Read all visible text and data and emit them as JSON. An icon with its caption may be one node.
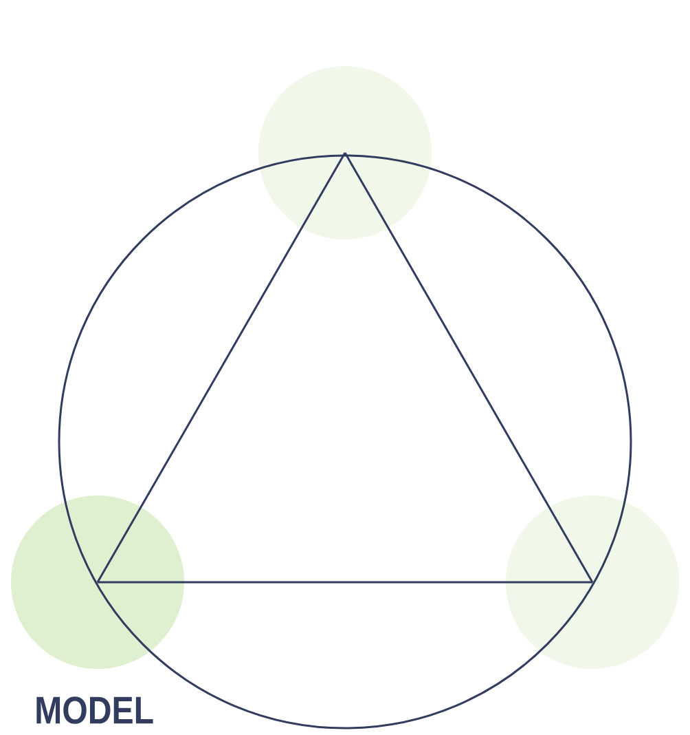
{
  "diagram": {
    "nodes": [
      {
        "text": [],
        "shape": "circle"
      },
      {
        "text": [],
        "shape": "circle",
        "beside": [
          "MODEL"
        ]
      },
      {
        "text": [],
        "shape": "circle"
      }
    ],
    "edges": [
      {
        "from": 0,
        "to": 1,
        "arrow": "none"
      },
      {
        "from": 1,
        "to": 2,
        "arrow": "none"
      },
      {
        "from": 2,
        "to": 0,
        "arrow": "none"
      }
    ]
  }
}
